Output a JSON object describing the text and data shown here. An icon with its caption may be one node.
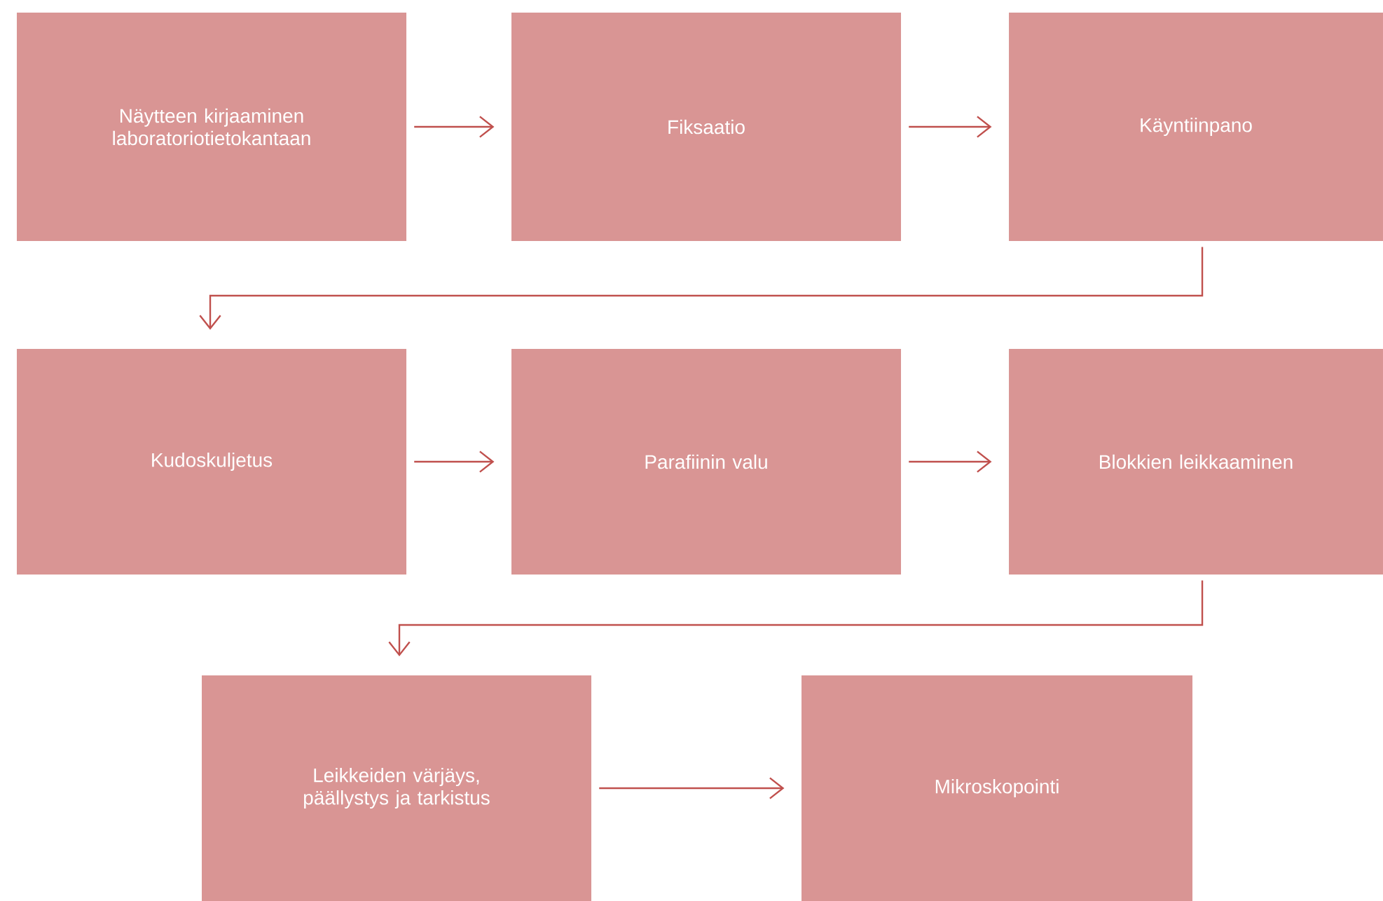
{
  "diagram": {
    "nodes": [
      {
        "text": [
          "Näytteen kirjaaminen laboratoriotietokantaan"
        ]
      },
      {
        "text": [
          "Fiksaatio"
        ]
      },
      {
        "text": [
          "Käyntiinpano"
        ]
      },
      {
        "text": [
          "Kudoskuljetus"
        ]
      },
      {
        "text": [
          "Parafiinin valu"
        ]
      },
      {
        "text": [
          "Blokkien leikkaaminen"
        ]
      },
      {
        "text": [
          "Leikkeiden värjäys, päällystys ja tarkistus"
        ]
      },
      {
        "text": [
          "Mikroskopointi"
        ]
      }
    ],
    "edges": [
      {
        "from": 0,
        "to": 1,
        "arrow": "to"
      },
      {
        "from": 1,
        "to": 2,
        "arrow": "to"
      },
      {
        "from": 2,
        "to": 3,
        "arrow": "to"
      },
      {
        "from": 3,
        "to": 4,
        "arrow": "to"
      },
      {
        "from": 4,
        "to": 5,
        "arrow": "to"
      },
      {
        "from": 5,
        "to": 6,
        "arrow": "to"
      },
      {
        "from": 6,
        "to": 7,
        "arrow": "to"
      }
    ]
  }
}
